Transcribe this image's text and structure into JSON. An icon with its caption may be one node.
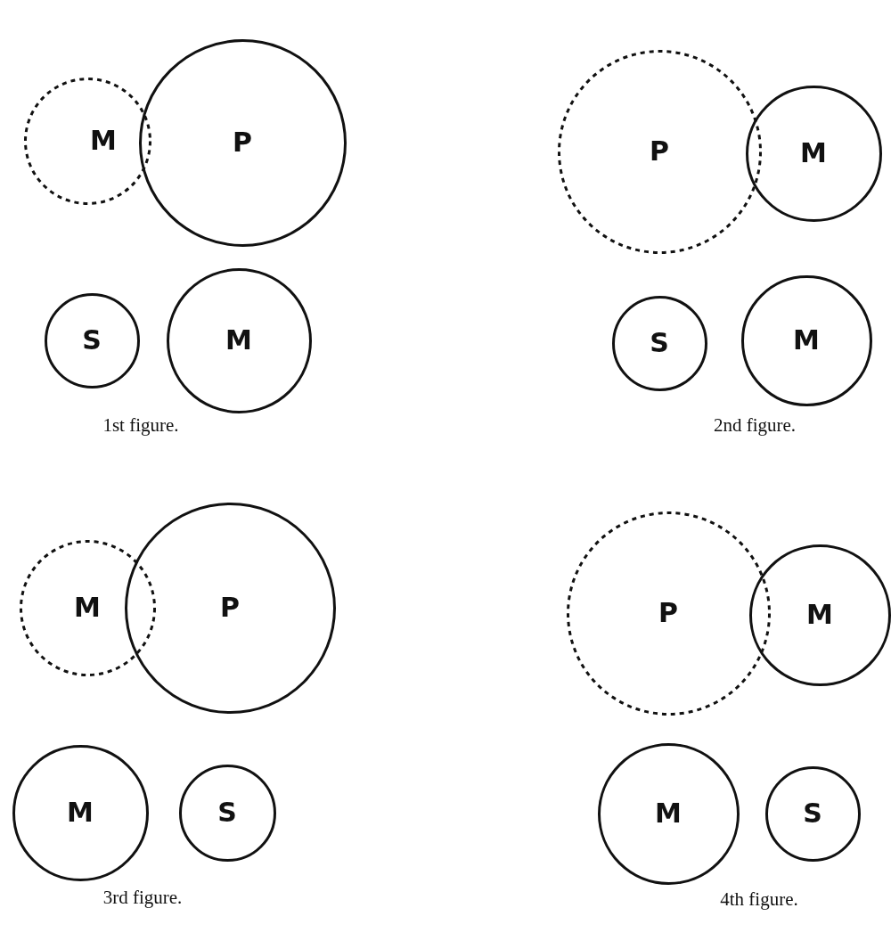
{
  "diagram": {
    "nodes": [
      {
        "text": [
          "M"
        ]
      },
      {
        "text": [
          "P"
        ]
      },
      {
        "text": [
          "P"
        ]
      },
      {
        "text": [
          "M"
        ]
      },
      {
        "text": [
          "S"
        ]
      },
      {
        "text": [
          "M"
        ]
      },
      {
        "text": [
          "S"
        ]
      },
      {
        "text": [
          "M"
        ]
      },
      {
        "text": [
          "M"
        ]
      },
      {
        "text": [
          "P"
        ]
      },
      {
        "text": [
          "P"
        ]
      },
      {
        "text": [
          "M"
        ]
      },
      {
        "text": [
          "M"
        ]
      },
      {
        "text": [
          "S"
        ]
      },
      {
        "text": [
          "M"
        ]
      },
      {
        "text": [
          "S"
        ]
      }
    ],
    "edges": [],
    "labels": [
      "1st figure.",
      "2nd figure.",
      "3rd figure.",
      "4th figure."
    ]
  }
}
